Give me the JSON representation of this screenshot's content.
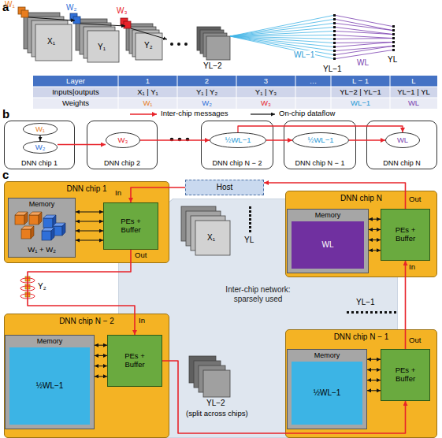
{
  "diagram": {
    "nodes": [
      {
        "text": [
          "DNN chip 1"
        ]
      },
      {
        "text": [
          "W₁"
        ],
        "in": 0
      },
      {
        "text": [
          "W₂"
        ],
        "in": 0
      },
      {
        "text": [
          "DNN chip 2"
        ]
      },
      {
        "text": [
          "W₃"
        ],
        "in": 3
      },
      {
        "text": [
          "DNN chip N − 2"
        ]
      },
      {
        "text": [
          "½WL−1"
        ],
        "in": 5
      },
      {
        "text": [
          "DNN chip N − 1"
        ]
      },
      {
        "text": [
          "½WL−1"
        ],
        "in": 7
      },
      {
        "text": [
          "DNN chip N"
        ]
      },
      {
        "text": [
          "WL"
        ],
        "in": 9
      },
      {
        "text": [
          "DNN chip 1"
        ]
      },
      {
        "text": [
          "Memory",
          "W₁ + W₂"
        ],
        "in": 11
      },
      {
        "text": [
          "PEs + Buffer"
        ],
        "in": 11
      },
      {
        "text": [
          "Host"
        ]
      },
      {
        "text": [
          "DNN chip N"
        ]
      },
      {
        "text": [
          "Memory",
          "WL"
        ],
        "in": 15
      },
      {
        "text": [
          "PEs + Buffer"
        ],
        "in": 15
      },
      {
        "text": [
          "Inter-chip network: sparsely used"
        ]
      },
      {
        "text": [
          "DNN chip N − 2"
        ]
      },
      {
        "text": [
          "Memory",
          "½WL−1"
        ],
        "in": 19
      },
      {
        "text": [
          "PEs + Buffer"
        ],
        "in": 19
      },
      {
        "text": [
          "DNN chip N − 1"
        ]
      },
      {
        "text": [
          "Memory",
          "½WL−1"
        ],
        "in": 22
      },
      {
        "text": [
          "PEs + Buffer"
        ],
        "in": 22
      }
    ],
    "edges": [
      {
        "from": 1,
        "to": 2,
        "arrow": "to"
      },
      {
        "from": 2,
        "to": 4,
        "arrow": "to"
      },
      {
        "from": 4,
        "to": 6,
        "arrow": "to"
      },
      {
        "from": 6,
        "to": 8,
        "arrow": "to"
      },
      {
        "from": 6,
        "to": 10,
        "arrow": "to"
      },
      {
        "from": 8,
        "to": 10,
        "arrow": "to"
      },
      {
        "from": 13,
        "to": 21,
        "arrow": "to"
      },
      {
        "from": 21,
        "to": 24,
        "arrow": "to"
      },
      {
        "from": 24,
        "to": 17,
        "arrow": "to"
      },
      {
        "from": 17,
        "to": 14,
        "arrow": "to"
      },
      {
        "from": 14,
        "to": 13,
        "arrow": "to"
      },
      {
        "from": 12,
        "to": 13,
        "arrow": "both"
      },
      {
        "from": 12,
        "to": 13,
        "arrow": "both"
      },
      {
        "from": 12,
        "to": 13,
        "arrow": "both"
      },
      {
        "from": 12,
        "to": 13,
        "arrow": "both"
      },
      {
        "from": 16,
        "to": 17,
        "arrow": "both"
      },
      {
        "from": 16,
        "to": 17,
        "arrow": "both"
      },
      {
        "from": 16,
        "to": 17,
        "arrow": "both"
      },
      {
        "from": 16,
        "to": 17,
        "arrow": "both"
      },
      {
        "from": 20,
        "to": 21,
        "arrow": "both"
      },
      {
        "from": 20,
        "to": 21,
        "arrow": "both"
      },
      {
        "from": 20,
        "to": 21,
        "arrow": "both"
      },
      {
        "from": 20,
        "to": 21,
        "arrow": "both"
      },
      {
        "from": 23,
        "to": 24,
        "arrow": "both"
      },
      {
        "from": 23,
        "to": 24,
        "arrow": "both"
      },
      {
        "from": 23,
        "to": 24,
        "arrow": "both"
      },
      {
        "from": 23,
        "to": 24,
        "arrow": "both"
      }
    ],
    "labels": [
      "a",
      "W₁",
      "X₁",
      "W₂",
      "Y₁",
      "W₃",
      "Y₂",
      "YL−2",
      "WL−1",
      "YL−1",
      "WL",
      "YL",
      "Layer",
      "1",
      "2",
      "3",
      "…",
      "L − 1",
      "L",
      "Inputs|outputs",
      "X₁ | Y₁",
      "Y₁ | Y₂",
      "Y₁ | Y₃",
      "YL−2 | YL−1",
      "YL−1 | YL",
      "Weights",
      "W₁",
      "W₂",
      "W₃",
      "WL−1",
      "WL",
      "b",
      "c",
      "X₁",
      "YL",
      "In",
      "Out",
      "Y₂",
      "Out",
      "In",
      "YL−1",
      "In",
      "YL−2",
      "(split across chips)",
      "Out"
    ],
    "legend": [
      {
        "text": "Inter-chip messages"
      },
      {
        "text": "On-chip dataflow"
      }
    ]
  }
}
